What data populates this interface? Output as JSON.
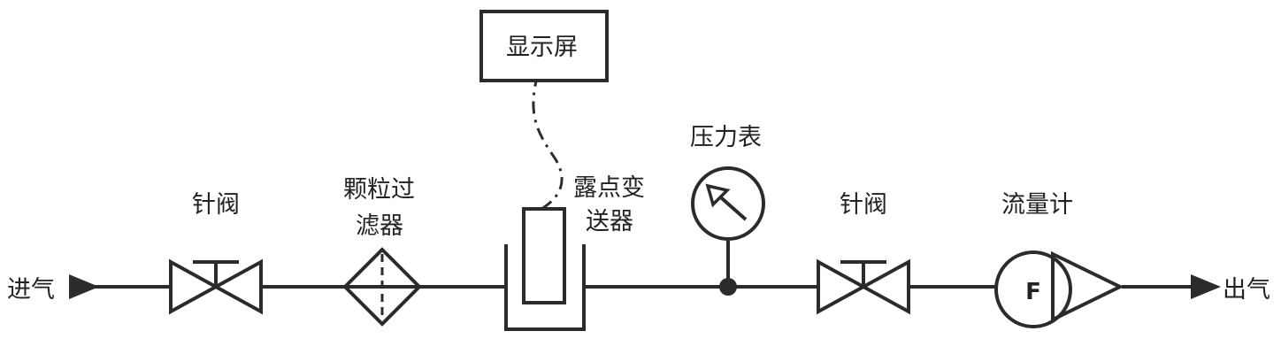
{
  "labels": {
    "inlet": "进气",
    "outlet": "出气",
    "display_screen": "显示屏",
    "pressure_gauge": "压力表",
    "needle_valve_left": "针阀",
    "needle_valve_right": "针阀",
    "particle_filter_line1": "颗粒过",
    "particle_filter_line2": "滤器",
    "dewpoint_transmitter_line1": "露点变",
    "dewpoint_transmitter_line2": "送器",
    "flowmeter": "流量计",
    "flowmeter_symbol": "F"
  },
  "colors": {
    "stroke": "#2b2b2b",
    "text": "#222222",
    "background": "#ffffff"
  }
}
